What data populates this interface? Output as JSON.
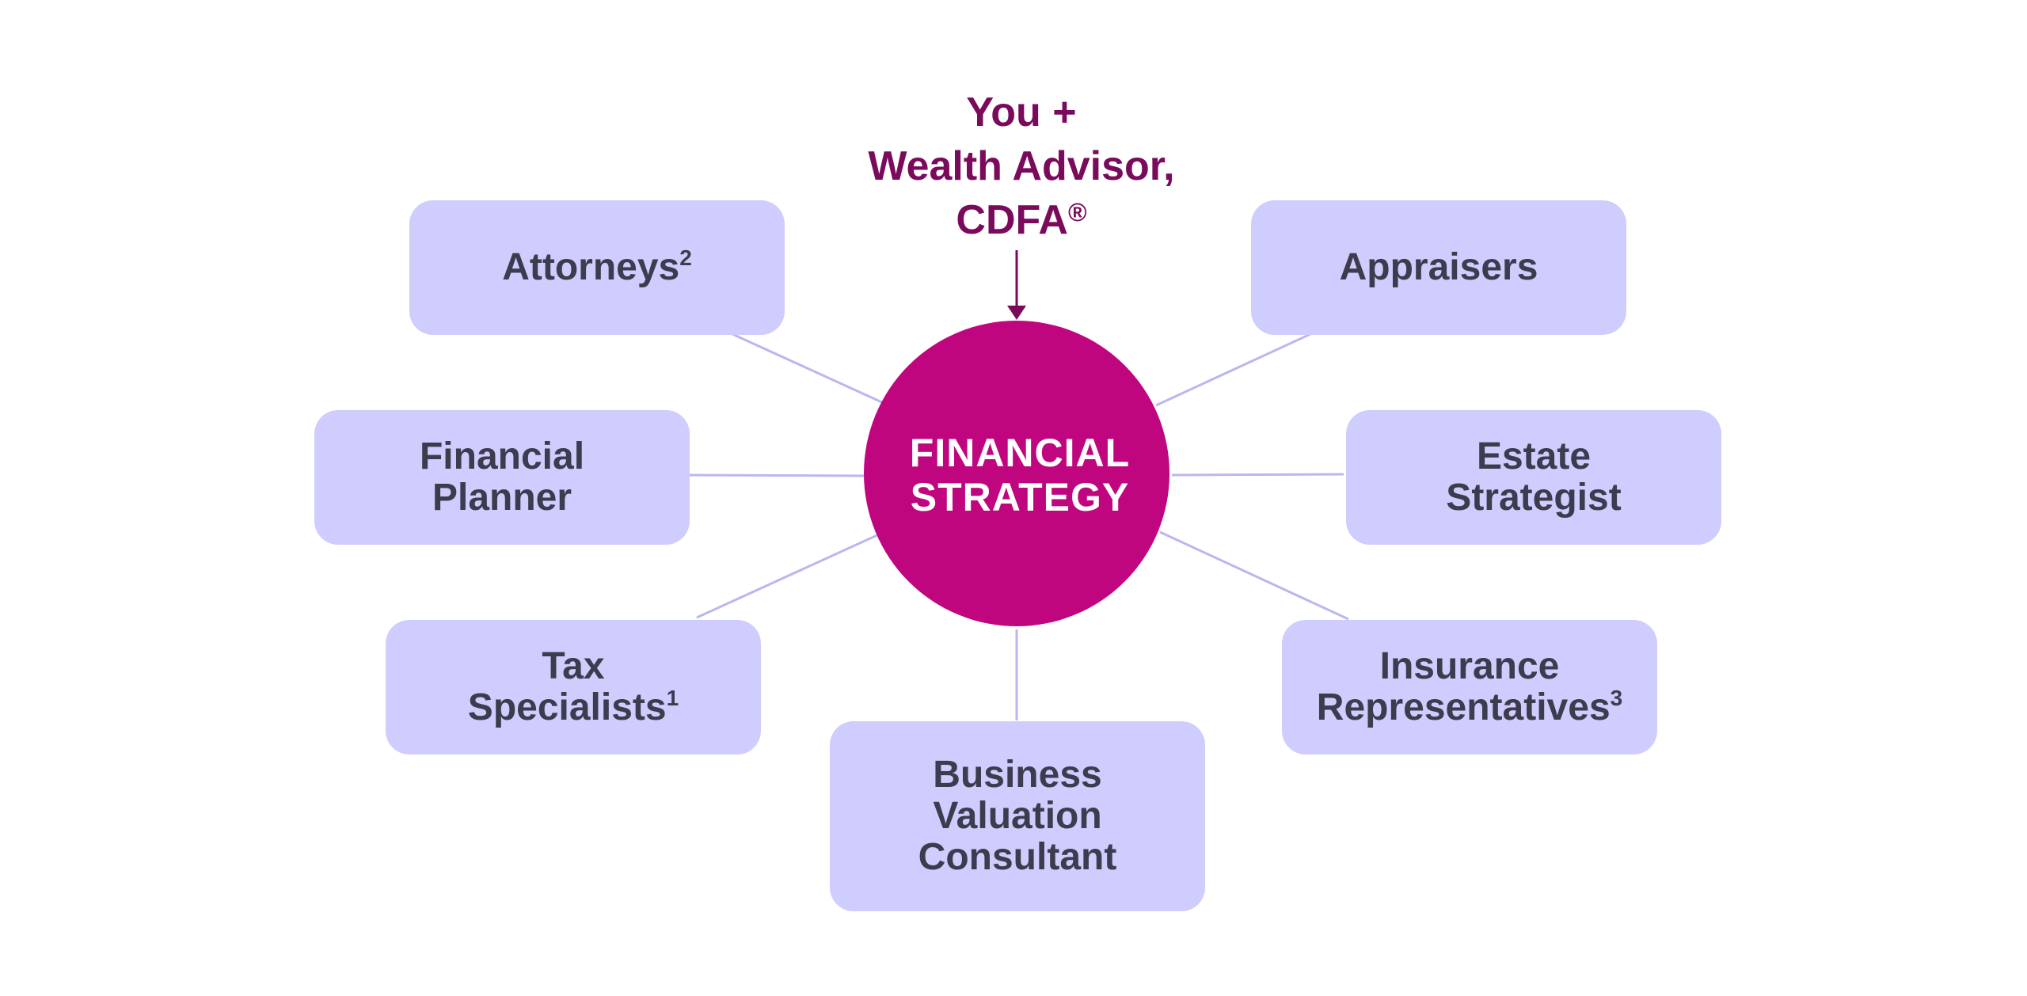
{
  "hub": {
    "lines": [
      "FINANCIAL",
      "STRATEGY"
    ],
    "color": "#c0067f"
  },
  "advisor": {
    "line1": "You +",
    "line2": "Wealth Advisor,",
    "line3_text": "CDFA",
    "line3_mark": "®",
    "color": "#7a0a5c"
  },
  "nodes": {
    "attorneys": {
      "text": "Attorneys",
      "sup": "2"
    },
    "appraisers": {
      "text": "Appraisers"
    },
    "financial_planner": {
      "line1": "Financial",
      "line2": "Planner"
    },
    "estate_strategist": {
      "line1": "Estate",
      "line2": "Strategist"
    },
    "tax_specialists": {
      "line1": "Tax",
      "line2": "Specialists",
      "sup": "1"
    },
    "insurance_representatives": {
      "line1": "Insurance",
      "line2": "Representatives",
      "sup": "3"
    },
    "business_valuation_consultant": {
      "line1": "Business",
      "line2": "Valuation",
      "line3": "Consultant"
    }
  },
  "colors": {
    "box_fill": "#cfcdfd",
    "box_text": "#3c3c4e",
    "connector": "#b9b7ef"
  }
}
